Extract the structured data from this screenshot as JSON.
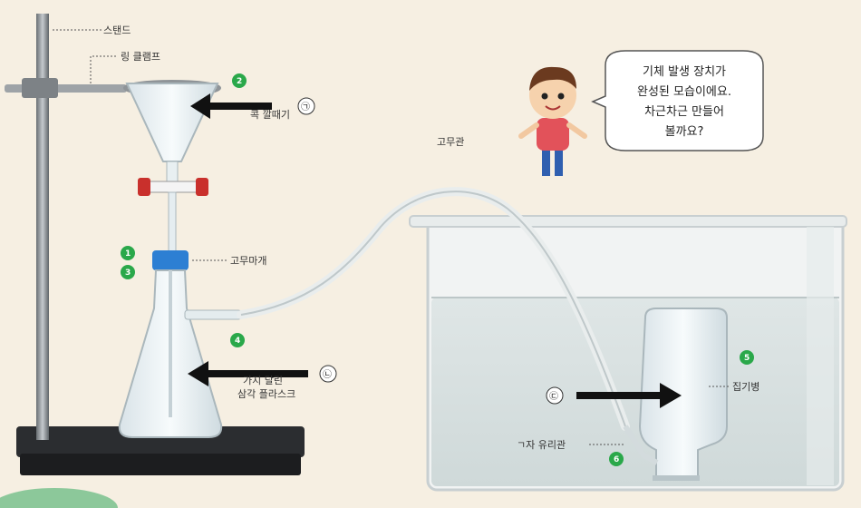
{
  "labels": {
    "stand": "스탠드",
    "ring_clamp": "링 클램프",
    "funnel_hidden": "콕 깔때기",
    "rubber_stopper": "고무마개",
    "rubber_tube": "고무관",
    "flask_hidden": "가지 달린",
    "flask": "삼각 플라스크",
    "collecting_bottle": "집기병",
    "glass_tube": "ㄱ자 유리관"
  },
  "step_numbers": [
    "1",
    "2",
    "3",
    "4",
    "5",
    "6"
  ],
  "circle_marks": [
    "㉠",
    "㉡",
    "㉢"
  ],
  "speech_bubble": [
    "기체 발생 장치가",
    "완성된 모습이에요.",
    "차근차근 만들어",
    "볼까요?"
  ],
  "colors": {
    "step_badge": "#2aa84a",
    "background": "#f6efe2",
    "arrow": "#111111",
    "cap_blue": "#2d7fd3",
    "stopcock_red": "#c9302c"
  }
}
